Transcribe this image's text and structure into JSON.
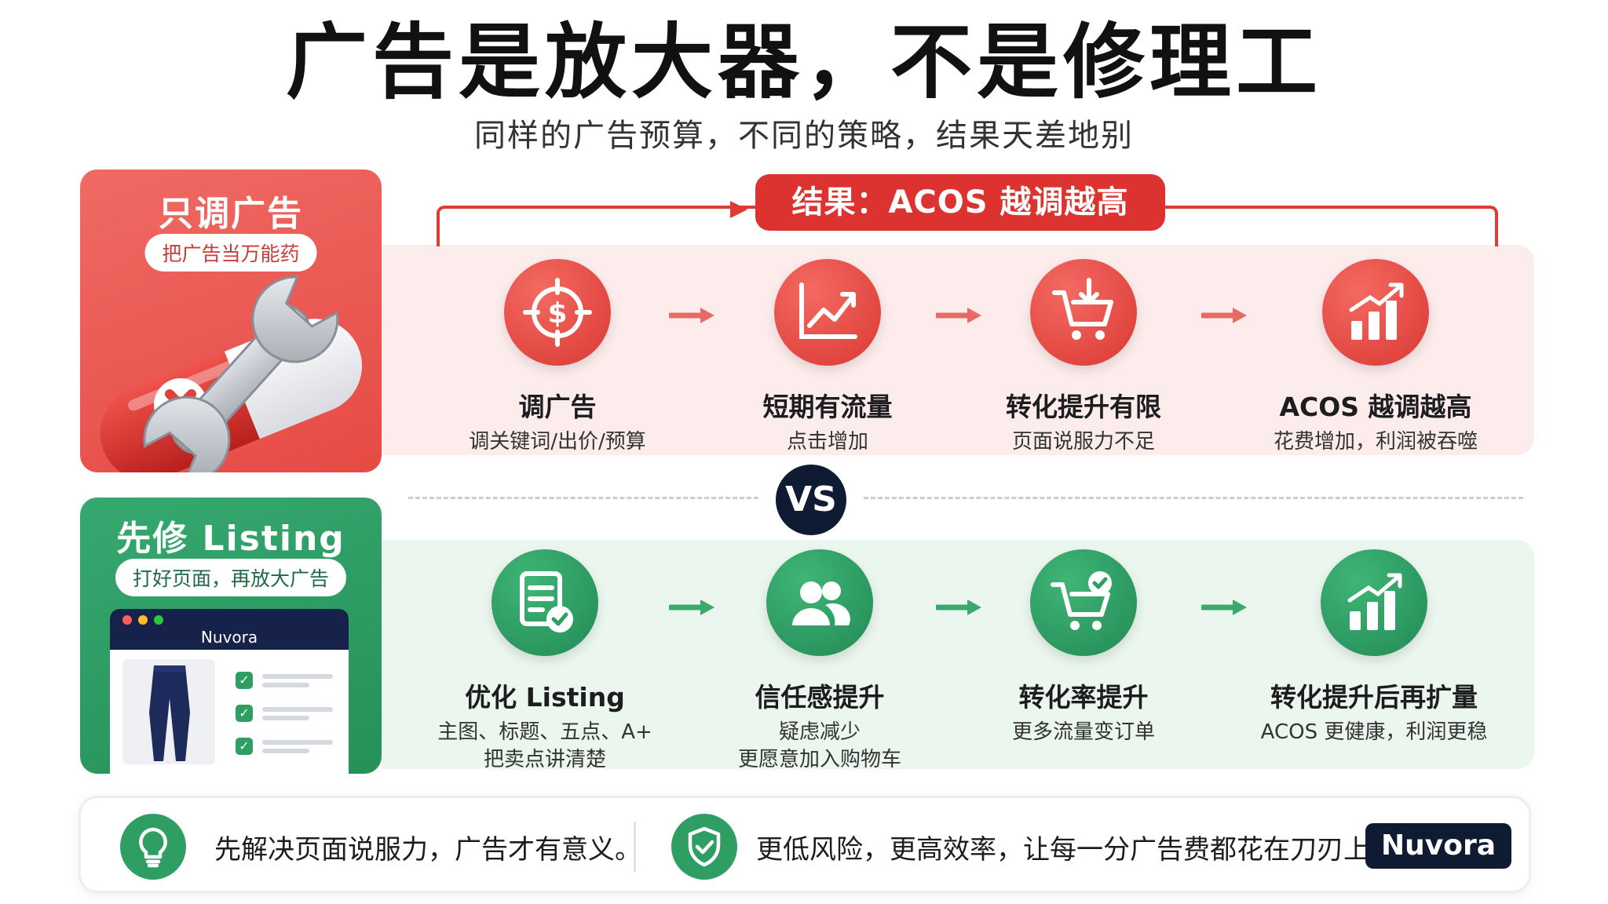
{
  "header": {
    "title": "广告是放大器，不是修理工",
    "subtitle": "同样的广告预算，不同的策略，结果天差地别"
  },
  "bad_path": {
    "card_title": "只调广告",
    "card_tag": "把广告当万能药",
    "result_banner": "结果：ACOS 越调越高",
    "steps": [
      {
        "title": "调广告",
        "desc": "调关键词/出价/预算",
        "icon": "dollar-target-icon"
      },
      {
        "title": "短期有流量",
        "desc": "点击增加",
        "icon": "line-chart-up-icon"
      },
      {
        "title": "转化提升有限",
        "desc": "页面说服力不足",
        "icon": "cart-down-icon"
      },
      {
        "title": "ACOS 越调越高",
        "desc": "花费增加，利润被吞噬",
        "icon": "bar-chart-up-icon"
      }
    ],
    "color": "#dd3330"
  },
  "vs_label": "VS",
  "good_path": {
    "card_title": "先修 Listing",
    "card_tag": "打好页面，再放大广告",
    "browser_brand": "Nuvora",
    "steps": [
      {
        "title": "优化 Listing",
        "desc1": "主图、标题、五点、A+",
        "desc2": "把卖点讲清楚",
        "icon": "document-check-icon"
      },
      {
        "title": "信任感提升",
        "desc1": "疑虑减少",
        "desc2": "更愿意加入购物车",
        "icon": "users-icon"
      },
      {
        "title": "转化率提升",
        "desc1": "更多流量变订单",
        "desc2": "",
        "icon": "cart-check-icon"
      },
      {
        "title": "转化提升后再扩量",
        "desc1": "ACOS 更健康，利润更稳",
        "desc2": "",
        "icon": "bar-chart-up-icon"
      }
    ],
    "color": "#2f9e63"
  },
  "footer": {
    "left_text": "先解决页面说服力，广告才有意义。",
    "right_text": "更低风险，更高效率，让每一分广告费都花在刀刃上。",
    "brand": "Nuvora",
    "left_icon": "lightbulb-icon",
    "right_icon": "shield-check-icon"
  }
}
